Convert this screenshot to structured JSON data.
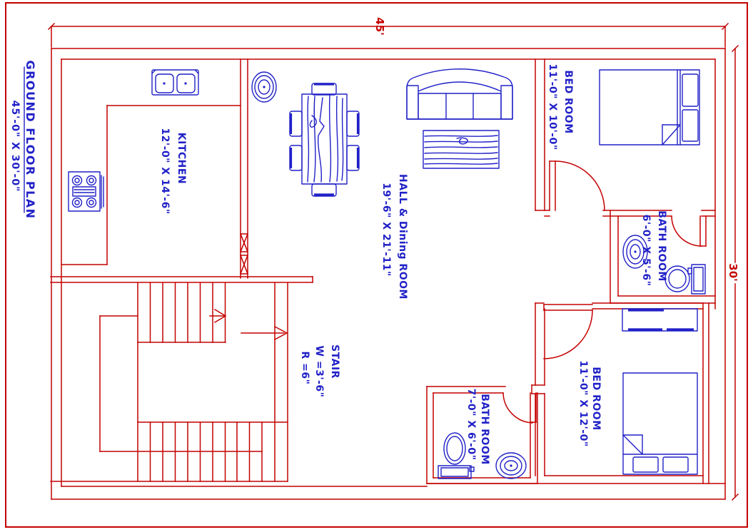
{
  "title": {
    "line1": "GROUND FLOOR PLAN",
    "line2": "45'-0\" X 30'-0\""
  },
  "dimensions": {
    "top": "45'",
    "right": "30'"
  },
  "rooms": [
    {
      "id": "kitchen",
      "name": "KITCHEN",
      "size": "12'-0\" X 14'-6\""
    },
    {
      "id": "hall",
      "name": "HALL & Dining ROOM",
      "size": "19'-6\" X 21'-11\""
    },
    {
      "id": "bedroom-1",
      "name": "BED ROOM",
      "size": "11'-0\" X 10'-0\""
    },
    {
      "id": "bathroom-1",
      "name": "BATH ROOM",
      "size": "6'-0\" X 5'-6\""
    },
    {
      "id": "bedroom-2",
      "name": "BED ROOM",
      "size": "11'-0\" X 12'-0\""
    },
    {
      "id": "bathroom-2",
      "name": "BATH ROOM",
      "size": "7'-0\" X 6'-0\""
    }
  ],
  "stair_label": {
    "line1": "STAIR",
    "line2": "W =3'-6\"",
    "line3": "R =6\""
  },
  "colors": {
    "wall": "#c40000",
    "furniture": "#2121c8",
    "background": "#ffffff"
  }
}
